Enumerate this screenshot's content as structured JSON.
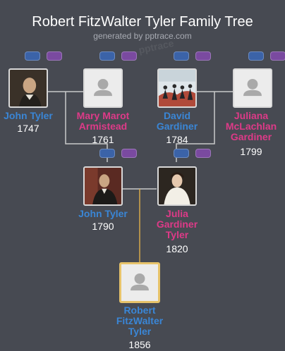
{
  "header": {
    "title": "Robert FitzWalter Tyler Family Tree",
    "subtitle": "generated by pptrace.com",
    "watermark": "pptrace"
  },
  "colors": {
    "male": "#3a86d6",
    "female": "#de3a88",
    "pill_blue": "#3b63a8",
    "pill_purple": "#7a4aa0",
    "line": "#c9c9c9",
    "focus_line": "#d6a94a",
    "background": "#474a52"
  },
  "people": {
    "john_tyler_1747": {
      "name": "John Tyler",
      "year": "1747",
      "gender": "male",
      "photo": "portrait"
    },
    "mary_marot_armistead": {
      "name": "Mary Marot Armistead",
      "year": "1761",
      "gender": "female",
      "photo": "placeholder"
    },
    "david_gardiner": {
      "name": "David Gardiner",
      "year": "1784",
      "gender": "male",
      "photo": "painting"
    },
    "juliana_mclachlan_gardiner": {
      "name": "Juliana McLachlan Gardiner",
      "year": "1799",
      "gender": "female",
      "photo": "placeholder"
    },
    "john_tyler_1790": {
      "name": "John Tyler",
      "year": "1790",
      "gender": "male",
      "photo": "portrait"
    },
    "julia_gardiner_tyler": {
      "name": "Julia Gardiner Tyler",
      "year": "1820",
      "gender": "female",
      "photo": "portrait"
    },
    "robert_fitzwalter_tyler": {
      "name": "Robert FitzWalter Tyler",
      "year": "1856",
      "gender": "male",
      "photo": "placeholder"
    }
  }
}
